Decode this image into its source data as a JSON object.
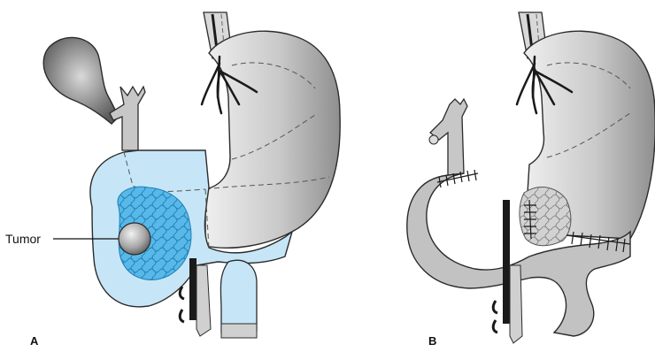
{
  "panels": [
    {
      "letter": "A"
    },
    {
      "letter": "B"
    }
  ],
  "labels": {
    "tumor": "Tumor"
  },
  "colors": {
    "organ_gray": "#b7b7b7",
    "organ_light": "#e4e4e4",
    "resection_blue": "#c6e6f7",
    "tumor_blue": "#4fb4e6",
    "outline": "#2b2b2b",
    "vessel": "#1a1a1a"
  }
}
